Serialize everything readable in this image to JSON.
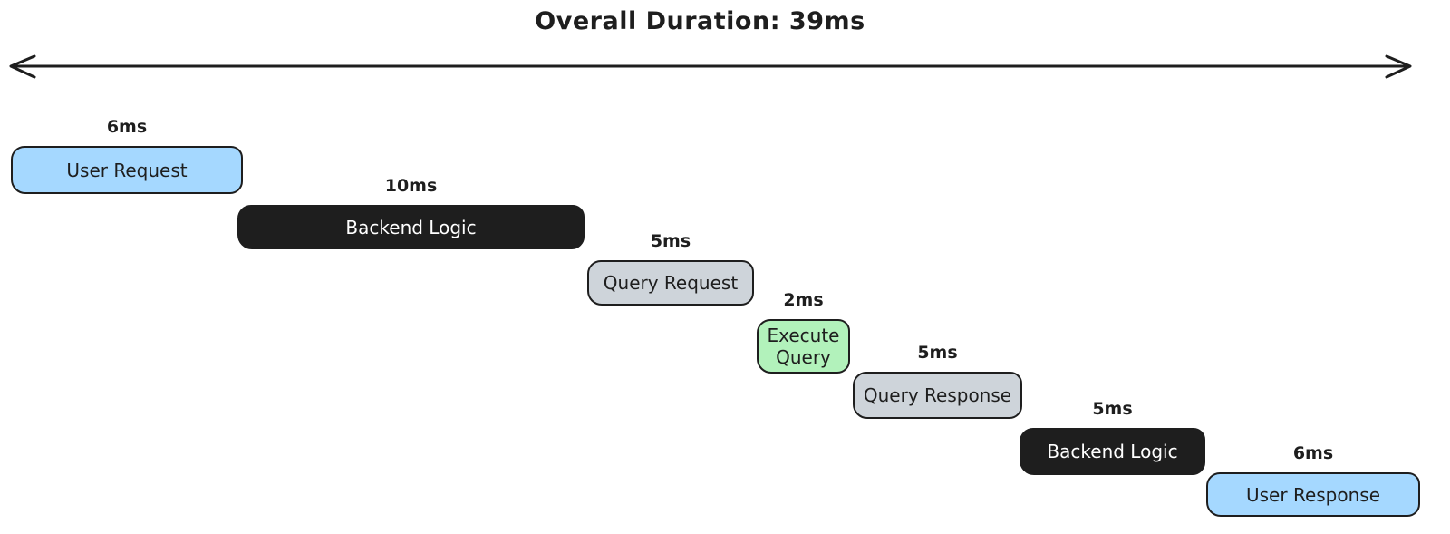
{
  "title": "Overall Duration: 39ms",
  "overall_duration_ms": 39,
  "colors": {
    "blue": "#a5d8ff",
    "black": "#1e1e1e",
    "gray": "#ced4da",
    "green": "#b2f2bb",
    "stroke": "#1e1e1e",
    "text_dark": "#1e1e1e",
    "text_light": "#ffffff"
  },
  "segments": [
    {
      "label": "User Request",
      "duration_label": "6ms",
      "duration_ms": 6,
      "color": "blue"
    },
    {
      "label": "Backend Logic",
      "duration_label": "10ms",
      "duration_ms": 10,
      "color": "black"
    },
    {
      "label": "Query Request",
      "duration_label": "5ms",
      "duration_ms": 5,
      "color": "gray"
    },
    {
      "label": "Execute Query",
      "duration_label": "2ms",
      "duration_ms": 2,
      "color": "green"
    },
    {
      "label": "Query Response",
      "duration_label": "5ms",
      "duration_ms": 5,
      "color": "gray"
    },
    {
      "label": "Backend Logic",
      "duration_label": "5ms",
      "duration_ms": 5,
      "color": "black"
    },
    {
      "label": "User Response",
      "duration_label": "6ms",
      "duration_ms": 6,
      "color": "blue"
    }
  ]
}
